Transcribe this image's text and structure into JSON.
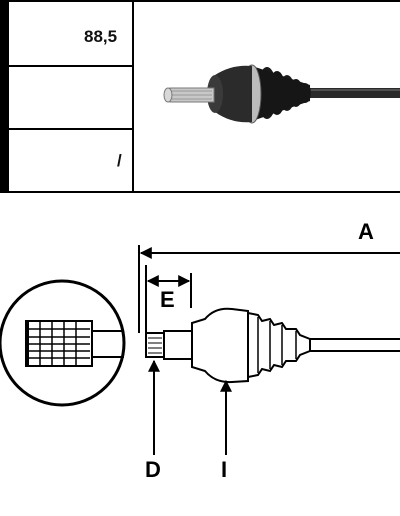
{
  "spec_table": {
    "rows": [
      {
        "value": "88,5"
      },
      {
        "value": ""
      },
      {
        "value": "/"
      }
    ]
  },
  "diagram": {
    "dimensions": {
      "A": "A",
      "E": "E",
      "D": "D",
      "I": "I"
    }
  },
  "colors": {
    "border": "#000000",
    "shaft_dark": "#1e1e1e",
    "metal": "#c8c8c8",
    "outline": "#000000"
  }
}
